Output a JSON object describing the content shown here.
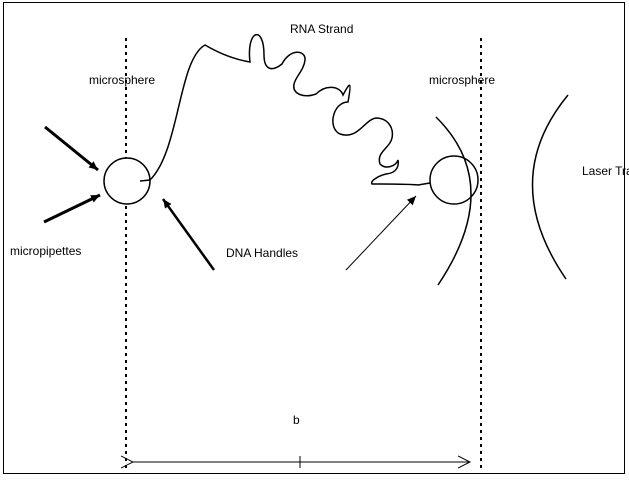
{
  "labels": {
    "rna_strand": "RNA Strand",
    "microsphere_left": "microsphere",
    "microsphere_right": "microsphere",
    "laser_trap": "Laser Trap",
    "micropipettes": "micropipettes",
    "dna_handles": "DNA Handles",
    "distance": "b"
  },
  "colors": {
    "ink": "#000000",
    "background": "#ffffff"
  }
}
